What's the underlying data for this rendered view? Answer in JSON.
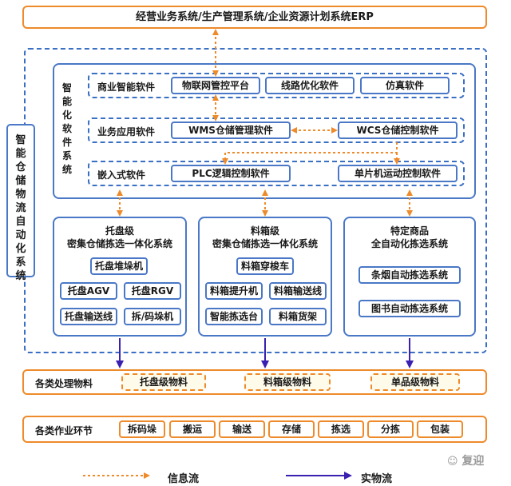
{
  "top_system": "经营业务系统/生产管理系统/企业资源计划系统ERP",
  "side_title": "智能仓储物流自动化系统",
  "software": {
    "title": "智能化软件系统",
    "rows": [
      {
        "label": "商业智能软件",
        "items": [
          "物联网管控平台",
          "线路优化软件",
          "仿真软件"
        ]
      },
      {
        "label": "业务应用软件",
        "items": [
          "WMS仓储管理软件",
          "WCS仓储控制软件"
        ]
      },
      {
        "label": "嵌入式软件",
        "items": [
          "PLC逻辑控制软件",
          "单片机运动控制软件"
        ]
      }
    ]
  },
  "systems": [
    {
      "title1": "托盘级",
      "title2": "密集仓储拣选一体化系统",
      "items": [
        "托盘堆垛机",
        "托盘AGV",
        "托盘RGV",
        "托盘输送线",
        "拆/码垛机"
      ]
    },
    {
      "title1": "料箱级",
      "title2": "密集仓储拣选一体化系统",
      "items": [
        "料箱穿梭车",
        "料箱提升机",
        "料箱输送线",
        "智能拣选台",
        "料箱货架"
      ]
    },
    {
      "title1": "特定商品",
      "title2": "全自动化拣选系统",
      "items": [
        "条烟自动拣选系统",
        "图书自动拣选系统"
      ]
    }
  ],
  "materials": {
    "label": "各类处理物料",
    "items": [
      "托盘级物料",
      "料箱级物料",
      "单品级物料"
    ]
  },
  "operations": {
    "label": "各类作业环节",
    "items": [
      "拆码垛",
      "搬运",
      "输送",
      "存储",
      "拣选",
      "分拣",
      "包装"
    ]
  },
  "legend": {
    "info_flow": "信息流",
    "material_flow": "实物流"
  },
  "watermark": "复迎",
  "colors": {
    "orange": "#ee8a2a",
    "blue": "#4a78c6",
    "arrow_blue": "#3a1fb0"
  }
}
